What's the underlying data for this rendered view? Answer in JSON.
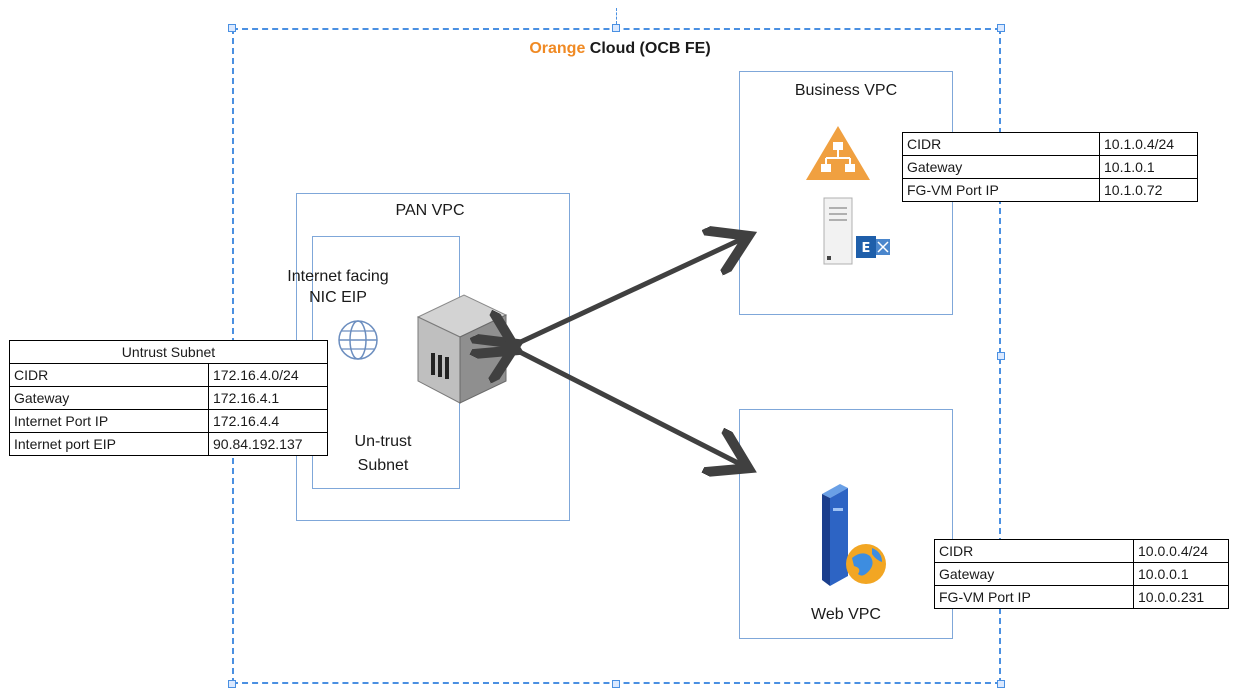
{
  "cloud": {
    "title_accent": "Orange",
    "title_rest": " Cloud (OCB FE)"
  },
  "pan_vpc": {
    "label": "PAN VPC",
    "internet_facing_line1": "Internet facing",
    "internet_facing_line2": "NIC EIP",
    "untrust_line1": "Un-trust",
    "untrust_line2": "Subnet"
  },
  "business_vpc": {
    "label": "Business VPC"
  },
  "web_vpc": {
    "label": "Web VPC"
  },
  "untrust_table": {
    "header": "Untrust Subnet",
    "rows": [
      {
        "key": "CIDR",
        "value": "172.16.4.0/24"
      },
      {
        "key": "Gateway",
        "value": "172.16.4.1"
      },
      {
        "key": "Internet Port IP",
        "value": "172.16.4.4"
      },
      {
        "key": "Internet port EIP",
        "value": "90.84.192.137"
      }
    ]
  },
  "business_table": {
    "rows": [
      {
        "key": "CIDR",
        "value": "10.1.0.4/24"
      },
      {
        "key": "Gateway",
        "value": "10.1.0.1"
      },
      {
        "key": "FG-VM Port IP",
        "value": "10.1.0.72"
      }
    ]
  },
  "web_table": {
    "rows": [
      {
        "key": "CIDR",
        "value": "10.0.0.4/24"
      },
      {
        "key": "Gateway",
        "value": "10.0.0.1"
      },
      {
        "key": "FG-VM Port IP",
        "value": "10.0.0.231"
      }
    ]
  },
  "colors": {
    "boundary": "#4a90e2",
    "vpc_border": "#7fa7d9",
    "accent": "#f08a24",
    "arrow": "#404040"
  },
  "icons": [
    "globe-icon",
    "firewall-appliance-icon",
    "network-topology-icon",
    "exchange-server-icon",
    "web-server-icon"
  ]
}
